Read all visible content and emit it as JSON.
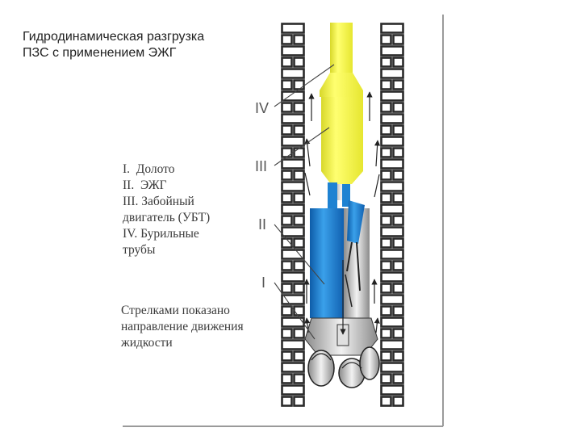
{
  "slide": {
    "title_line1": "Гидродинамическая разгрузка",
    "title_line2": "ПЗС с применением ЭЖГ"
  },
  "legend": {
    "items": [
      "I.  Долото",
      "II.  ЭЖГ",
      "III. Забойный",
      "двигатель (УБТ)",
      "IV. Бурильные",
      "трубы"
    ]
  },
  "note": {
    "lines": [
      "Стрелками показано",
      "направление движения",
      "жидкости"
    ]
  },
  "labels": {
    "iv": "IV",
    "iii": "III",
    "ii": "II",
    "i": "I"
  },
  "colors": {
    "yellow": "#ffff4d",
    "blue": "#1e82d2",
    "brick": "#2a2a2a"
  }
}
